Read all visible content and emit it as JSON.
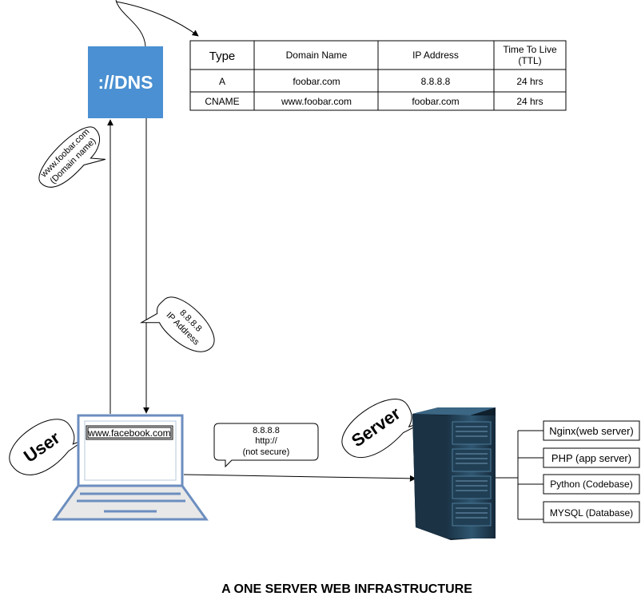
{
  "title": "A ONE SERVER WEB INFRASTRUCTURE",
  "dns": {
    "label": "://DNS",
    "color": "#4a90d2"
  },
  "dns_table": {
    "headers": [
      "Type",
      "Domain Name",
      "IP Address",
      "Time To Live (TTL)"
    ],
    "header_ttl_line1": "Time To Live",
    "header_ttl_line2": "(TTL)",
    "rows": [
      [
        "A",
        "foobar.com",
        "8.8.8.8",
        "24 hrs"
      ],
      [
        "CNAME",
        "www.foobar.com",
        "foobar.com",
        "24 hrs"
      ]
    ]
  },
  "bubbles": {
    "domain_request": {
      "line1": "www.foobar.com",
      "line2": "(Domain name)"
    },
    "ip_response": {
      "line1": "8.8.8.8",
      "line2": "IP Address"
    },
    "http_request": {
      "line1": "8.8.8.8",
      "line2": "http://",
      "line3": "(not secure)"
    },
    "user_label": "User",
    "server_label": "Server"
  },
  "laptop": {
    "url": "www.facebook.com",
    "frame_color": "#6c8ebf"
  },
  "server_components": [
    "Nginx(web server)",
    "PHP (app server)",
    "Python (Codebase)",
    "MYSQL (Database)"
  ]
}
